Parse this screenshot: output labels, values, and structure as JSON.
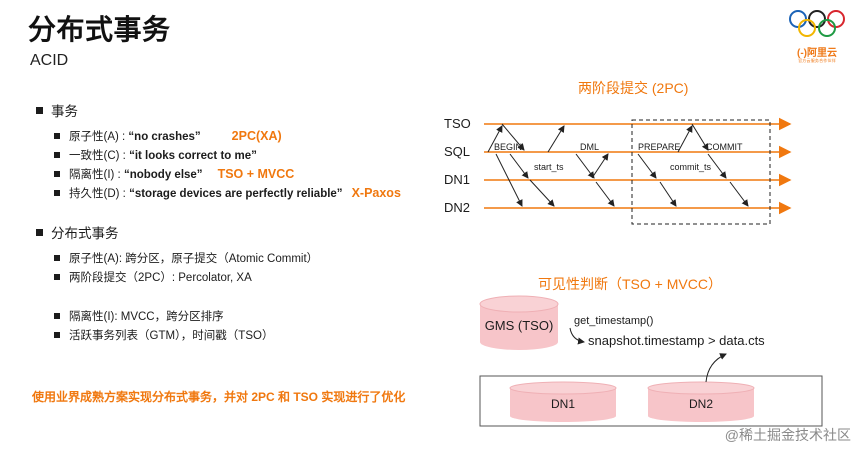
{
  "header": {
    "title": "分布式事务",
    "subtitle": "ACID"
  },
  "logo": {
    "brand": "(-)阿里云",
    "tagline": "官方云服务合作伙伴"
  },
  "transaction": {
    "heading": "事务",
    "items": [
      {
        "label": "原子性(A) : ",
        "quote": "“no crashes”",
        "tag": "2PC(XA)"
      },
      {
        "label": "一致性(C) : ",
        "quote": "“it looks correct to me”",
        "tag": ""
      },
      {
        "label": "隔离性(I) : ",
        "quote": "“nobody else”",
        "tag": "TSO + MVCC"
      },
      {
        "label": "持久性(D) : ",
        "quote": "“storage devices are perfectly reliable”",
        "tag": "X-Paxos"
      }
    ]
  },
  "distributed": {
    "heading": "分布式事务",
    "items_a": [
      "原子性(A): 跨分区，原子提交（Atomic Commit）",
      "两阶段提交（2PC）: Percolator, XA"
    ],
    "items_b": [
      "隔离性(I): MVCC，跨分区排序",
      "活跃事务列表（GTM），时间戳（TSO）"
    ]
  },
  "note": "使用业界成熟方案实现分布式事务，并对 2PC 和 TSO 实现进行了优化",
  "twopc": {
    "heading": "两阶段提交 (2PC)",
    "lanes": [
      "TSO",
      "SQL",
      "DN1",
      "DN2"
    ],
    "labels": {
      "begin": "BEGIN",
      "start_ts": "start_ts",
      "dml": "DML",
      "prepare": "PREPARE",
      "commit": "COMMIT",
      "commit_ts": "commit_ts"
    }
  },
  "visibility": {
    "heading": "可见性判断（TSO + MVCC）",
    "gms": "GMS (TSO)",
    "call": "get_timestamp()",
    "check": "snapshot.timestamp > data.cts",
    "dn1": "DN1",
    "dn2": "DN2"
  },
  "colors": {
    "accent": "#f0780f",
    "pink": "#f7c5c9",
    "text": "#1c1c1c"
  },
  "watermark": "@稀土掘金技术社区"
}
